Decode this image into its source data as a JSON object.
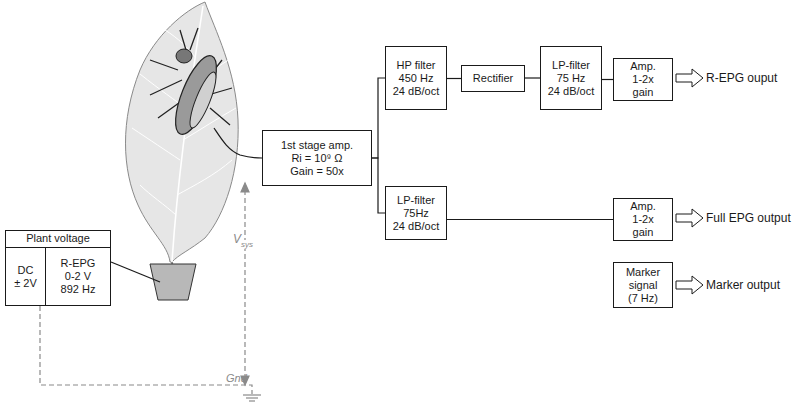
{
  "diagram": {
    "nodes": [
      {
        "text": [
          "Plant voltage"
        ]
      },
      {
        "text": [
          "DC",
          "± 2V"
        ],
        "in": 0
      },
      {
        "text": [
          "R-EPG",
          "0-2 V",
          "892 Hz"
        ],
        "in": 0
      },
      {
        "text": [
          "1st stage amp.",
          "Ri = 10⁹ Ω",
          "Gain = 50x"
        ]
      },
      {
        "text": [
          "HP filter",
          "450 Hz",
          "24 dB/oct"
        ]
      },
      {
        "text": [
          "Rectifier"
        ]
      },
      {
        "text": [
          "LP-filter",
          "75 Hz",
          "24 dB/oct"
        ]
      },
      {
        "text": [
          "Amp.",
          "1-2x",
          "gain"
        ]
      },
      {
        "text": [
          "LP-filter",
          "75Hz",
          "24 dB/oct"
        ]
      },
      {
        "text": [
          "Amp.",
          "1-2x",
          "gain"
        ]
      },
      {
        "text": [
          "Marker",
          "signal",
          "(7 Hz)"
        ]
      }
    ],
    "edges": [
      {
        "from": 3,
        "to": 4,
        "arrow": "none"
      },
      {
        "from": 4,
        "to": 5,
        "arrow": "none"
      },
      {
        "from": 5,
        "to": 6,
        "arrow": "none"
      },
      {
        "from": 6,
        "to": 7,
        "arrow": "none"
      },
      {
        "from": 3,
        "to": 8,
        "arrow": "none"
      },
      {
        "from": 8,
        "to": 9,
        "arrow": "none"
      }
    ],
    "labels": [
      "R-EPG ouput",
      "Full EPG output",
      "Marker output",
      "V",
      "sys",
      "Gnd"
    ]
  }
}
